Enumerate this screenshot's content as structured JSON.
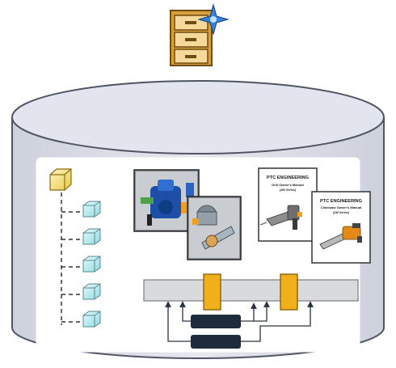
{
  "documents": [
    {
      "company": "PTC ENGINEERING",
      "title": "Drill Owner's Manual",
      "subtitle": "(400 Series)",
      "image_icon": "drill-icon"
    },
    {
      "company": "PTC ENGINEERING",
      "title": "Chainsaw Owner's Manual",
      "subtitle": "(230 Series)",
      "image_icon": "chainsaw-icon"
    }
  ],
  "icons": {
    "top": "filing-cabinet-with-star-icon",
    "tree_root": "folder-cube-icon",
    "tree_children": [
      "cube-icon",
      "cube-icon",
      "cube-icon",
      "cube-icon",
      "cube-icon"
    ],
    "cad_models": [
      "cad-assembly-thumbnail-icon",
      "cad-part-thumbnail-icon"
    ]
  },
  "colors": {
    "cylinder_fill": "#dde0ea",
    "cylinder_stroke": "#4f5565",
    "cube_fill": "#bfeef2",
    "root_cube_fill": "#f6e79a",
    "connector": "#f0b019",
    "bus_bar": "#d9dadc",
    "dark_block": "#1e2b3a"
  }
}
